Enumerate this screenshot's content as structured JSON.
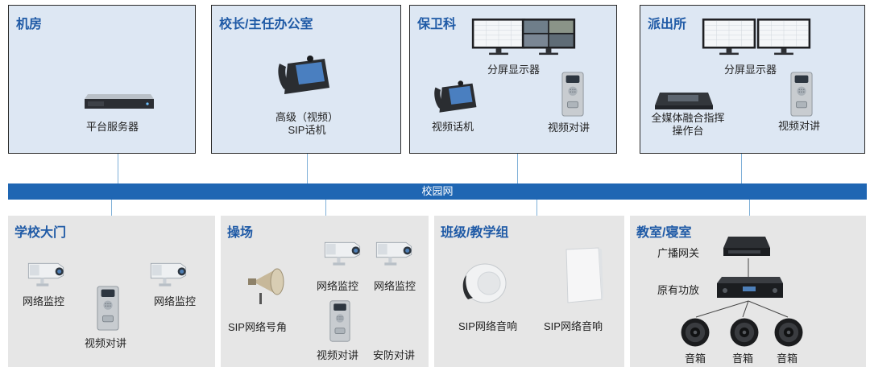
{
  "network": {
    "backbone_label": "校园网"
  },
  "panels": {
    "machine_room": {
      "title": "机房",
      "server": "平台服务器"
    },
    "principal_office": {
      "title": "校长/主任办公室",
      "phone_line1": "高级（视频）",
      "phone_line2": "SIP话机"
    },
    "security_dept": {
      "title": "保卫科",
      "display": "分屏显示器",
      "phone": "视频话机",
      "intercom": "视频对讲"
    },
    "police_station": {
      "title": "派出所",
      "display": "分屏显示器",
      "console_line1": "全媒体融合指挥",
      "console_line2": "操作台",
      "intercom": "视频对讲"
    },
    "school_gate": {
      "title": "学校大门",
      "cam1": "网络监控",
      "cam2": "网络监控",
      "intercom": "视频对讲"
    },
    "playground": {
      "title": "操场",
      "horn": "SIP网络号角",
      "cam1": "网络监控",
      "cam2": "网络监控",
      "intercom": "视频对讲",
      "security_intercom": "安防对讲"
    },
    "class_group": {
      "title": "班级/教学组",
      "speaker1": "SIP网络音响",
      "speaker2": "SIP网络音响"
    },
    "classroom": {
      "title": "教室/寝室",
      "gateway": "广播网关",
      "amp": "原有功放",
      "spk1": "音箱",
      "spk2": "音箱",
      "spk3": "音箱"
    }
  },
  "colors": {
    "title_blue": "#1f5aa6",
    "backbone": "#1f66b3",
    "top_panel_bg": "#dde7f3",
    "bottom_panel_bg": "#e6e6e6",
    "link": "#7fb0d8"
  }
}
